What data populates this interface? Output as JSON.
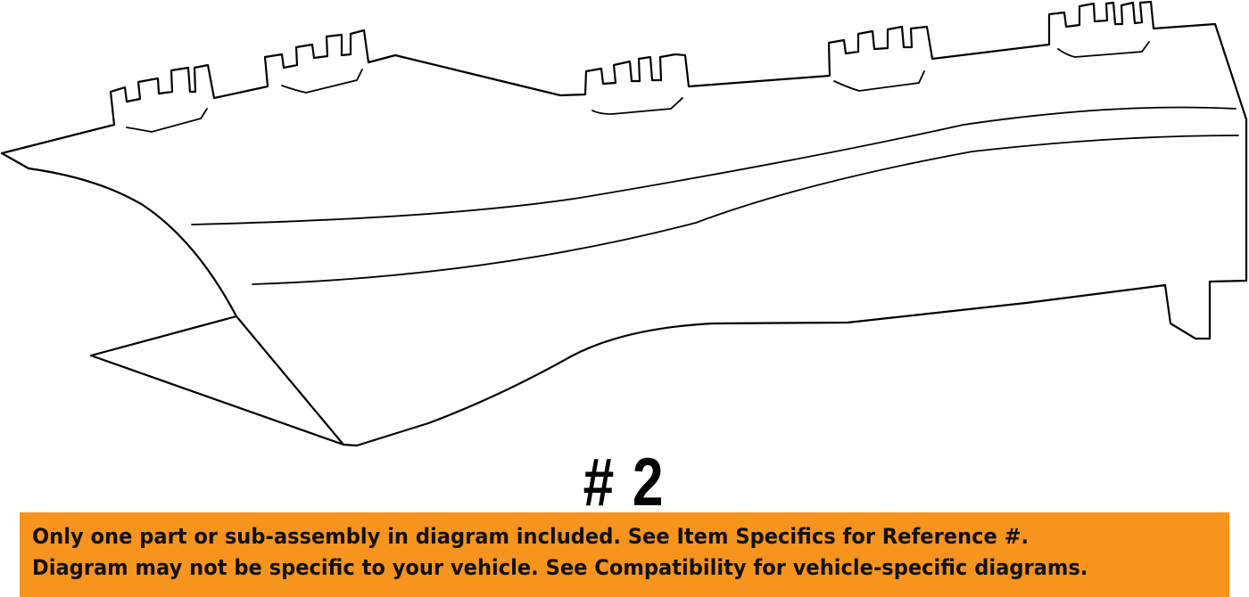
{
  "part_label": "# 2",
  "notice": {
    "line1": "Only one part or sub-assembly in diagram included. See Item Specifics for Reference #.",
    "line2": "Diagram may not be specific to your vehicle. See Compatibility for vehicle-specific diagrams.",
    "background_color": "#f7941d"
  }
}
